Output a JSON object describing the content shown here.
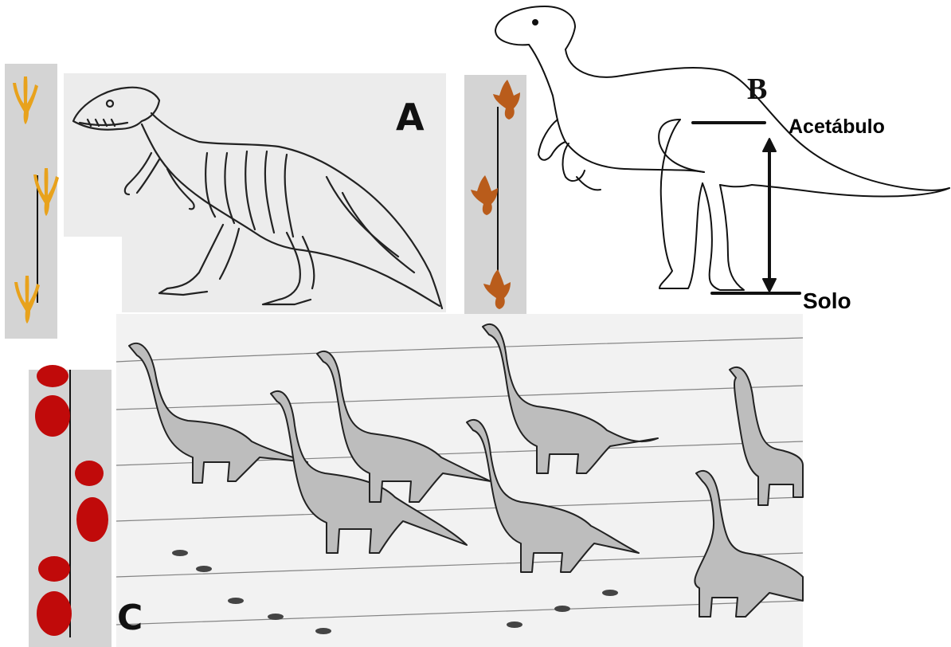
{
  "labels": {
    "panel_a": "A",
    "panel_b": "B",
    "panel_c": "C",
    "acetabulum": "Acetábulo",
    "ground": "Solo"
  },
  "colors": {
    "track_a": "#e8a21c",
    "track_mid": "#b95c1b",
    "track_c": "#c00a0a",
    "strip_bg": "#d4d4d4",
    "sketch_bg": "#ececec"
  },
  "icons": {
    "theropod": "theropod-sketch-icon",
    "ornithopod": "ornithopod-outline-icon",
    "sauropod_herd": "sauropod-herd-sketch-icon",
    "footprint_tridactyl": "tridactyl-footprint-icon",
    "footprint_round": "round-footprint-icon"
  }
}
